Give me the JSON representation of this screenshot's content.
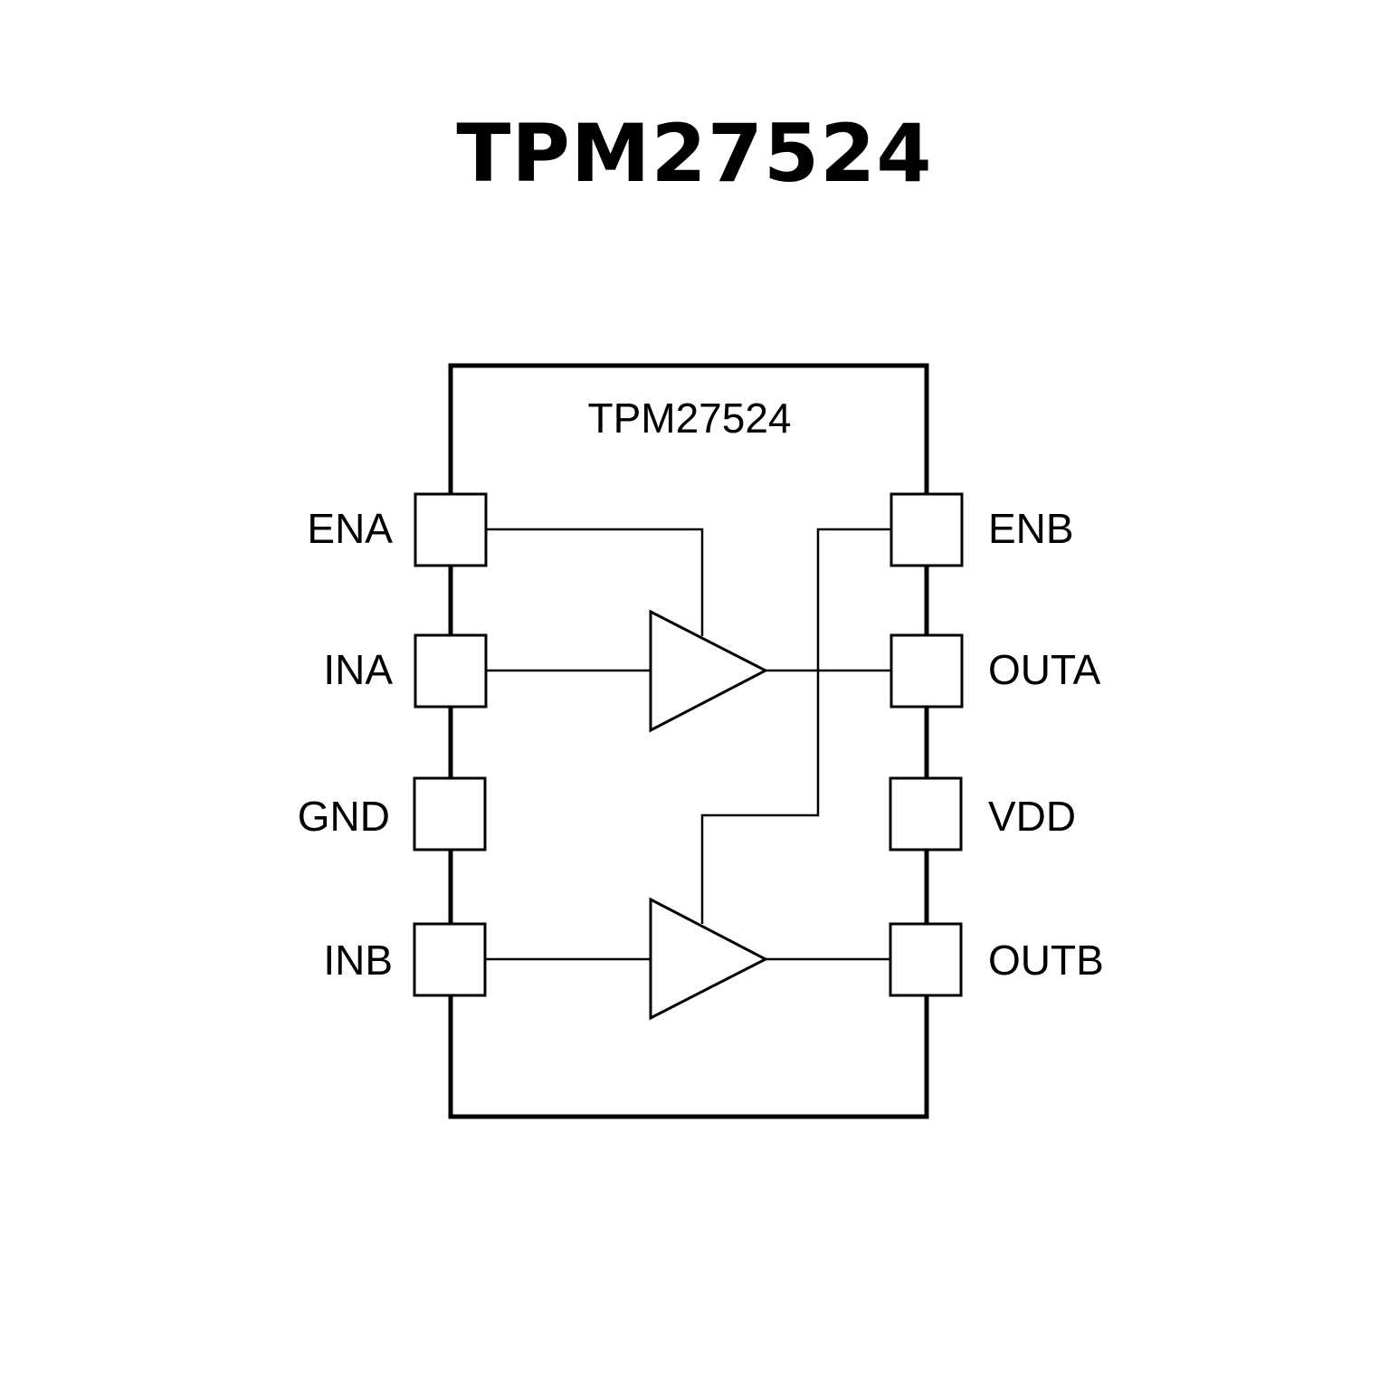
{
  "title": "TPM27524",
  "chip_label": "TPM27524",
  "pins_left": [
    {
      "name": "ENA"
    },
    {
      "name": "INA"
    },
    {
      "name": "GND"
    },
    {
      "name": "INB"
    }
  ],
  "pins_right": [
    {
      "name": "ENB"
    },
    {
      "name": "OUTA"
    },
    {
      "name": "VDD"
    },
    {
      "name": "OUTB"
    }
  ],
  "colors": {
    "line": "#000000",
    "background": "#ffffff"
  }
}
